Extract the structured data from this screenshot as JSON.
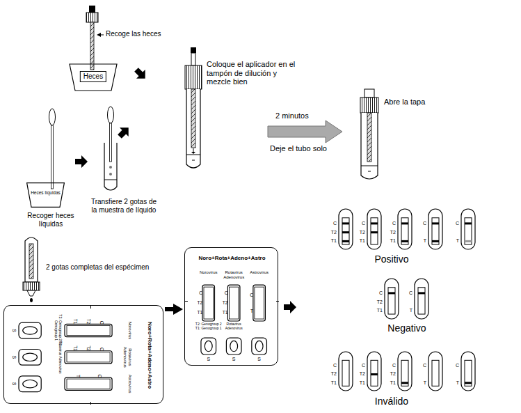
{
  "diagram": {
    "nodes": [
      {
        "text": [
          "Heces"
        ]
      },
      {
        "text": [
          "Heces líquidas"
        ]
      },
      {
        "text": [
          "Noro+Rota+Adeno+Astro",
          "Norovirus",
          "Rotavirus Adenovirus",
          "Astrovirus",
          "C",
          "T2",
          "T1",
          "C",
          "T2",
          "T1",
          "C",
          "T",
          "T2: Genogroup 2 T1: Genogroup 1",
          "Rotavirus Adenovirus",
          "S",
          "S",
          "S"
        ]
      },
      {
        "text": [
          "Noro+Rota+Adeno+Astro",
          "Norovirus",
          "Rotavirus Adenovirus",
          "Astrovirus",
          "C",
          "T2",
          "T1",
          "C",
          "T2",
          "T1",
          "C",
          "T",
          "T2: Genogroup 2 T1: Genogroup 1",
          "Rotavirus Adenovirus",
          "S",
          "S",
          "S"
        ]
      }
    ],
    "edges": [
      {
        "from": 2,
        "to": 3,
        "arrow": "to"
      }
    ],
    "labels": [
      "Recoge las heces",
      "Coloque el aplicador en el tampón de dilución y mezcle bien",
      "Recoger heces líquidas",
      "Transfiere 2 gotas de la muestra de líquido",
      "2 minutos",
      "Deje el tubo solo",
      "Abre la tapa",
      "2 gotas completas del espécimen",
      "C",
      "T2",
      "T1",
      "C",
      "T2",
      "T1",
      "C",
      "T2",
      "T1",
      "C",
      "T",
      "C",
      "T",
      "Positivo",
      "C",
      "T2",
      "T1",
      "C",
      "T",
      "Negativo",
      "C",
      "T2",
      "T1",
      "C",
      "T2",
      "T1",
      "C",
      "T2",
      "T1",
      "C",
      "T",
      "C",
      "T",
      "Inválido"
    ]
  }
}
